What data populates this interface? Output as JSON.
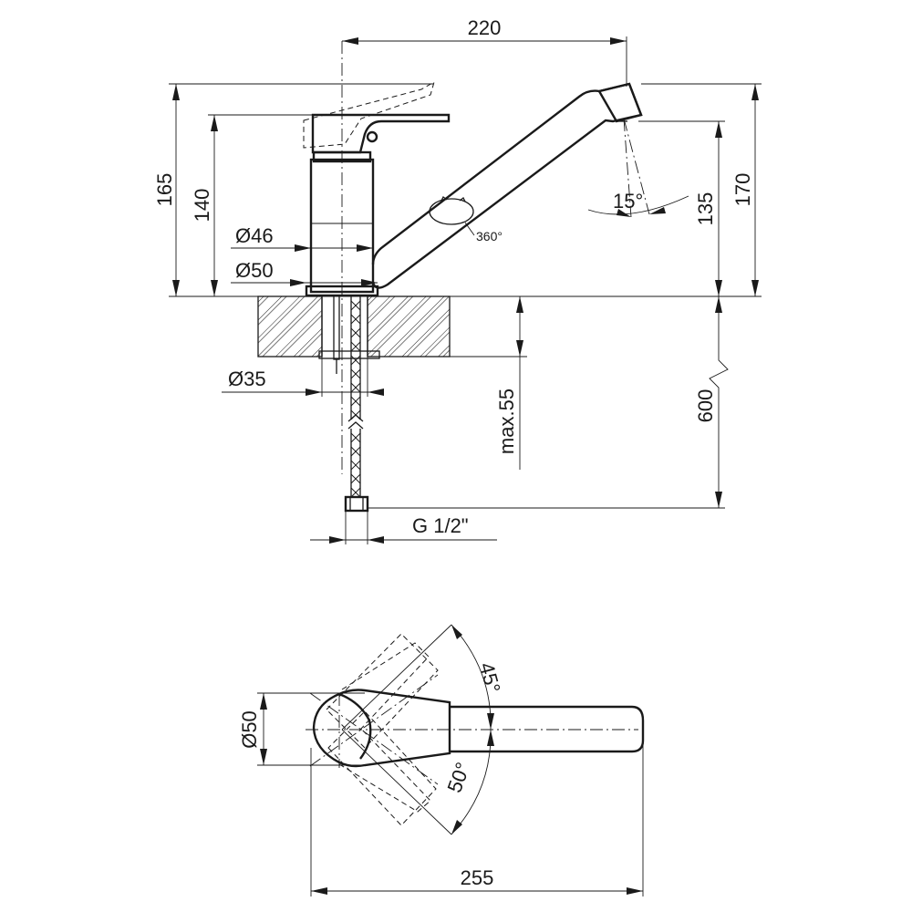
{
  "dimensions": {
    "spout_reach": "220",
    "overall_height": "165",
    "lever_height": "140",
    "body_diameter_top": "Ø46",
    "body_diameter_base": "Ø50",
    "mount_hole_diameter": "Ø35",
    "aerator_tilt": "15°",
    "spout_outlet_height": "135",
    "spout_top_height": "170",
    "swivel_angle": "360°",
    "max_deck_thickness": "max.55",
    "hose_length": "600",
    "connection_thread": "G 1/2\"",
    "plan_base_diameter": "Ø50",
    "lever_rotation_up": "45°",
    "lever_rotation_down": "50°",
    "overall_length": "255"
  }
}
